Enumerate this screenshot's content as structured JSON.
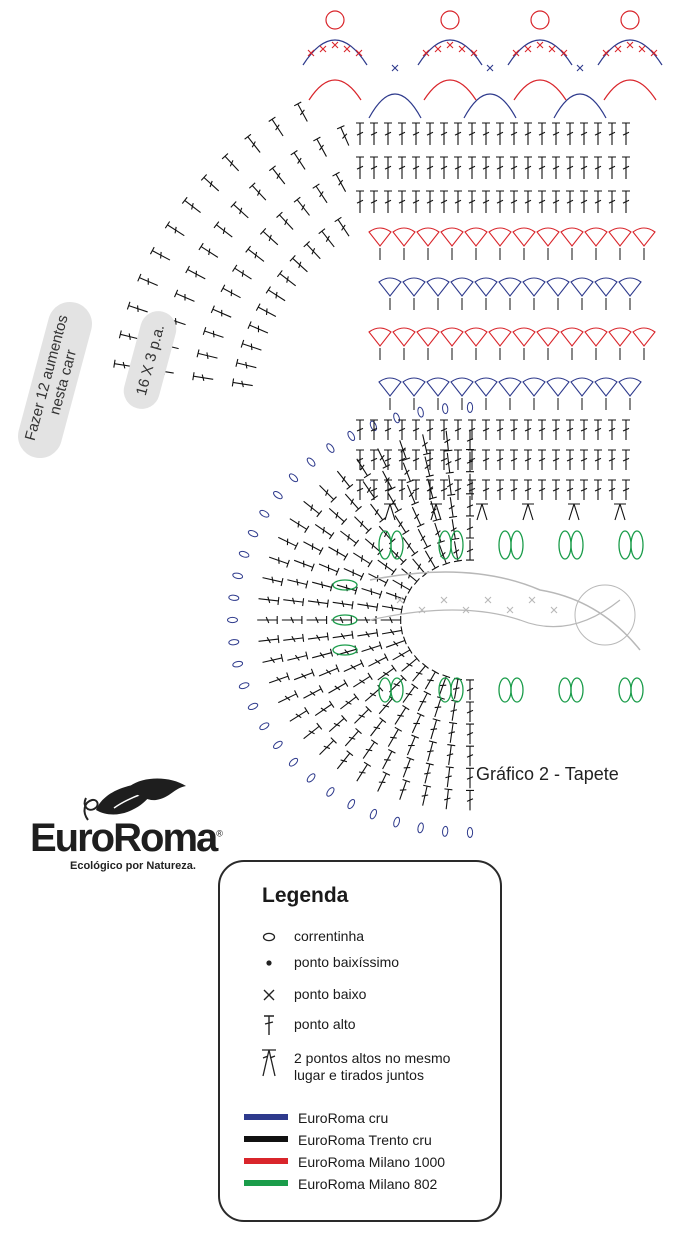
{
  "notes": {
    "increase_line1": "Fazer 12 aumentos",
    "increase_line2": "nesta carr",
    "repeat": "16 X 3 p.a."
  },
  "chart_title": "Gráfico 2 - Tapete",
  "logo": {
    "brand_part1": "Euro",
    "brand_part2": "Roma",
    "registered": "®",
    "tagline": "Ecológico por Natureza."
  },
  "legend": {
    "title": "Legenda",
    "symbols": [
      {
        "icon": "chain-oval-icon",
        "label": "correntinha"
      },
      {
        "icon": "slip-stitch-dot-icon",
        "label": "ponto baixíssimo"
      },
      {
        "icon": "single-crochet-x-icon",
        "label": "ponto baixo"
      },
      {
        "icon": "double-crochet-icon",
        "label": "ponto alto"
      },
      {
        "icon": "two-dc-together-icon",
        "label_line1": "2 pontos altos no mesmo",
        "label_line2": "lugar e tirados juntos"
      }
    ],
    "colors": [
      {
        "label": "EuroRoma cru",
        "color": "#2e3a8c"
      },
      {
        "label": "EuroRoma Trento cru",
        "color": "#111111"
      },
      {
        "label": "EuroRoma Milano 1000",
        "color": "#d9252b"
      },
      {
        "label": "EuroRoma Milano 802",
        "color": "#1a9c4a"
      }
    ]
  }
}
